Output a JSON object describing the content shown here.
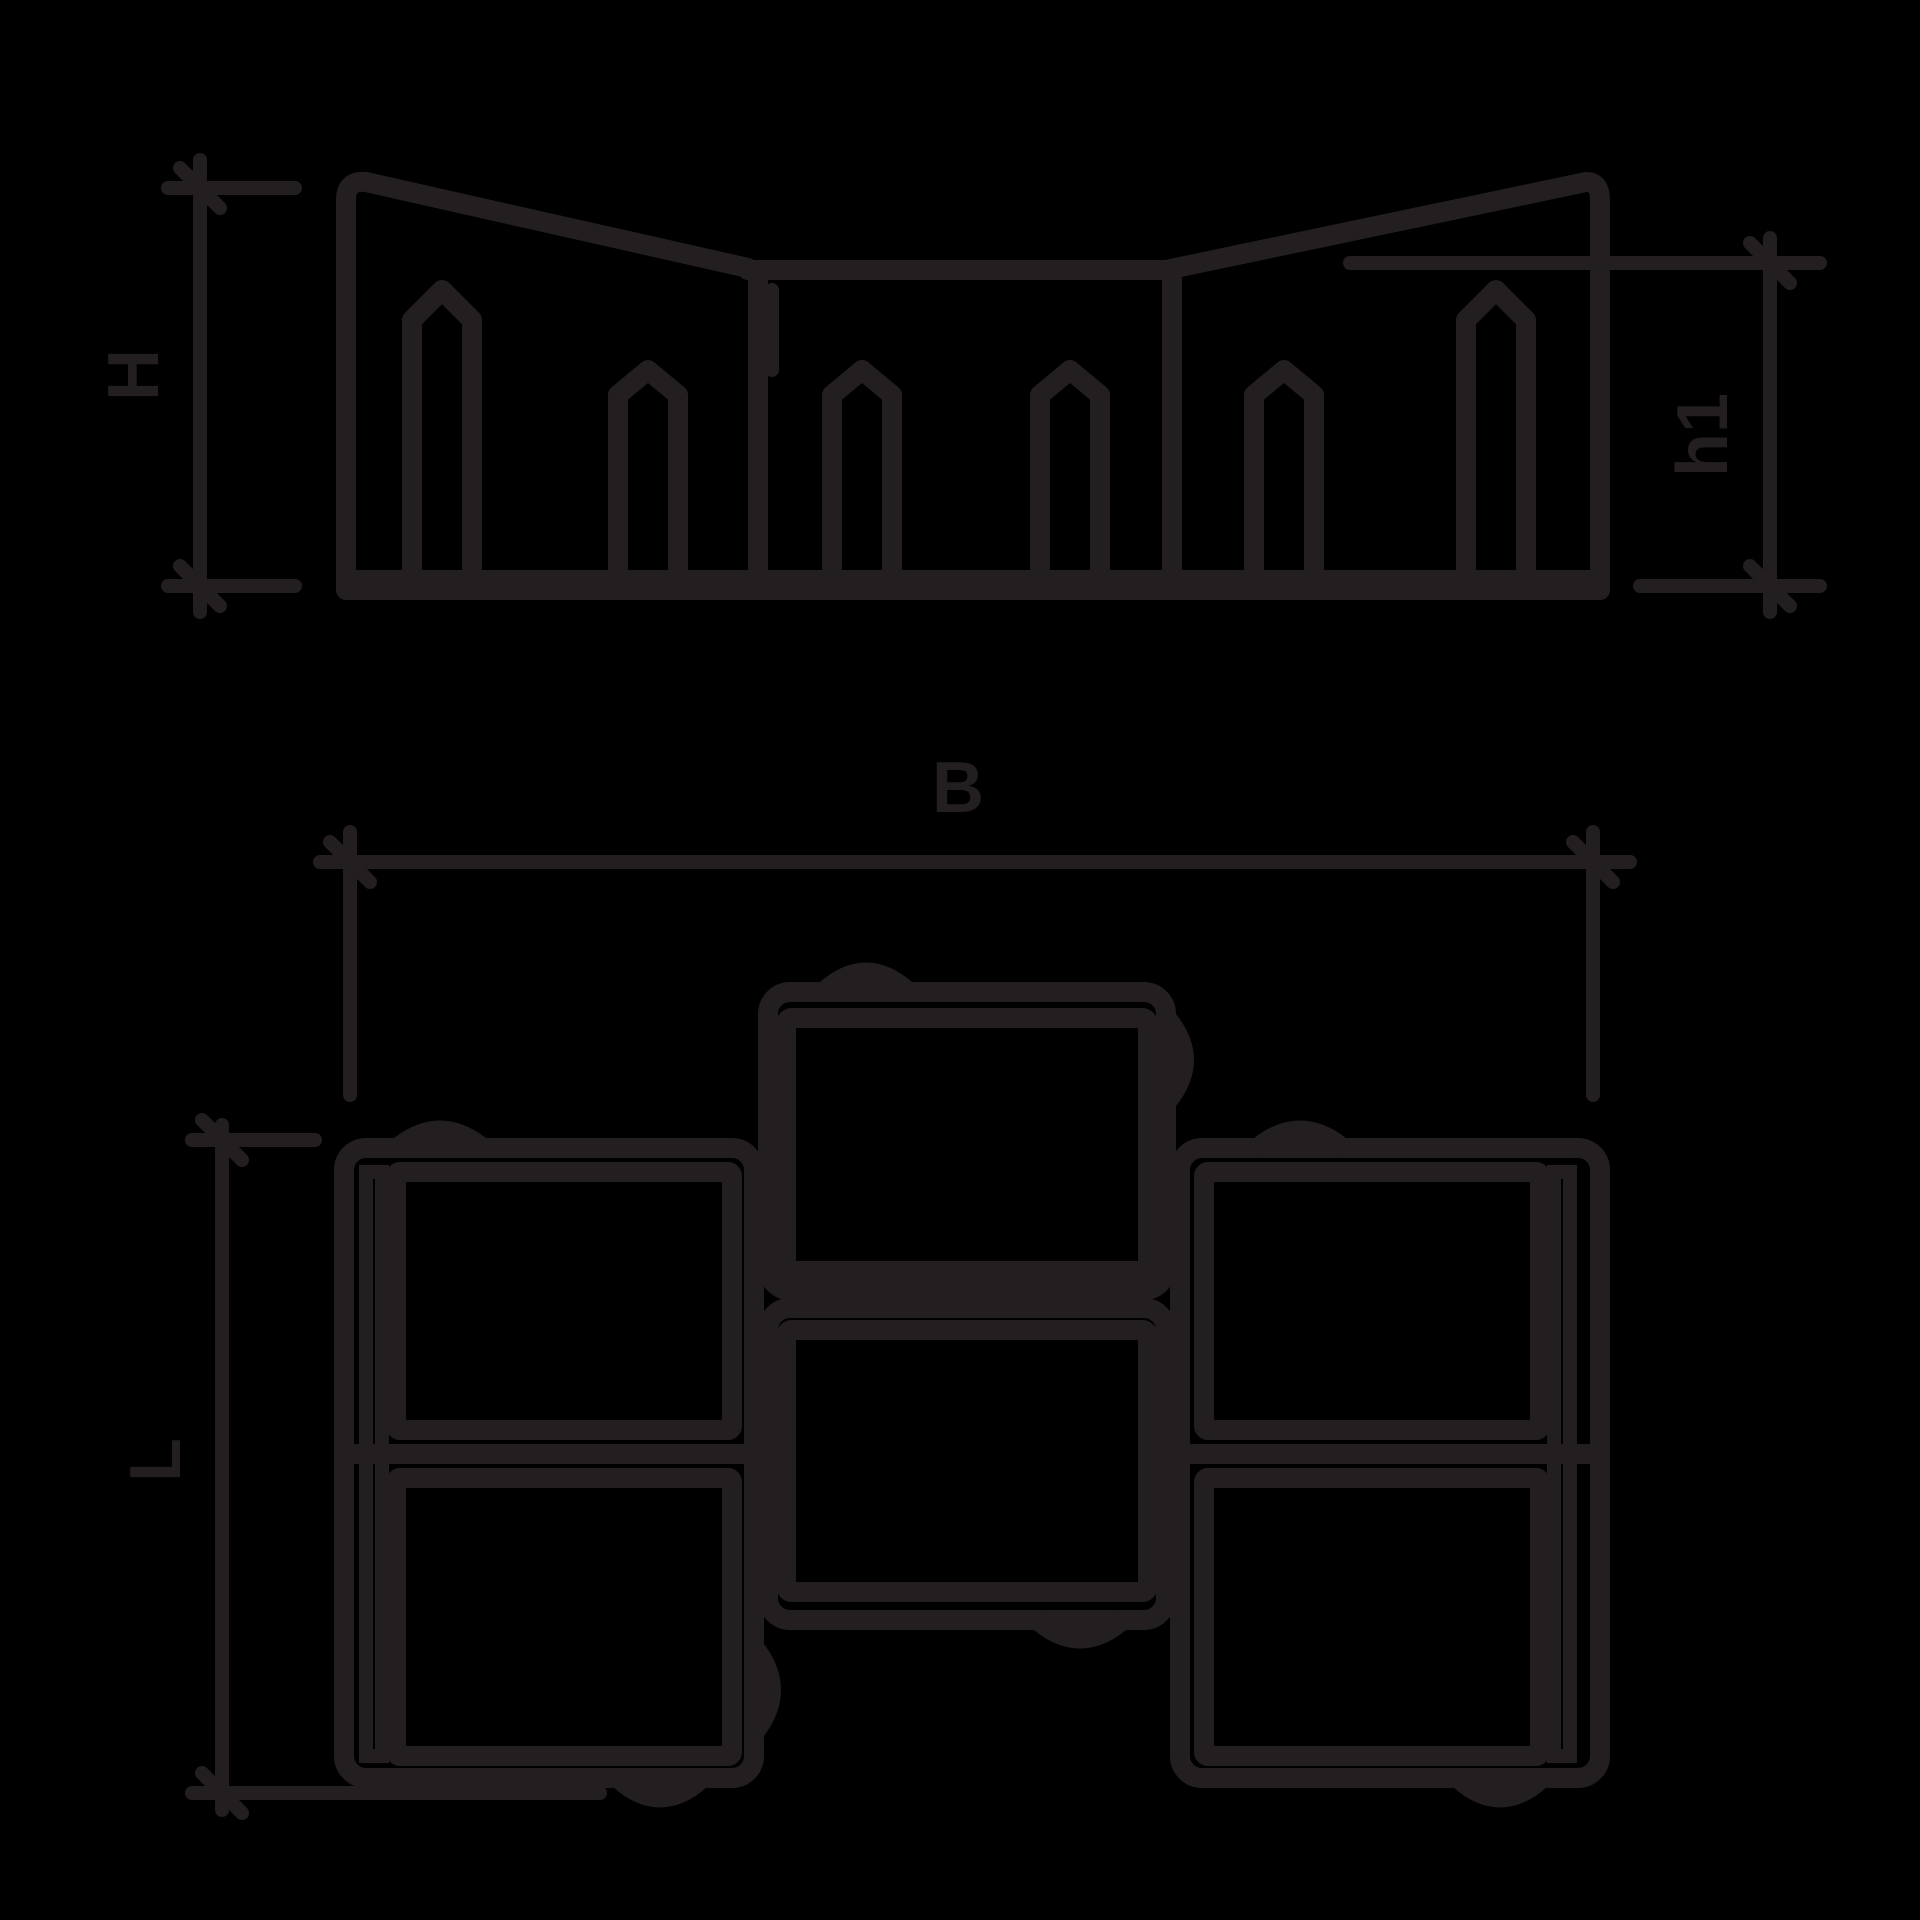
{
  "diagram": {
    "type": "furniture-dimension-drawing",
    "views": [
      "front-elevation",
      "top-plan"
    ],
    "line_color": "#231f20",
    "background": "#000000"
  },
  "dimensions": {
    "height_label": "H",
    "seat_height_label": "h1",
    "width_label": "B",
    "length_label": "L"
  }
}
